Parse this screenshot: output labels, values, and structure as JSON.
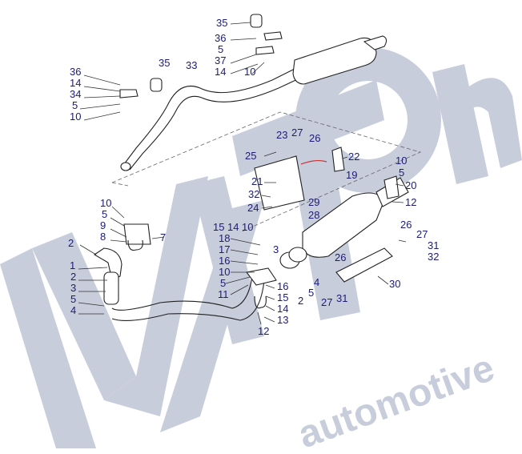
{
  "diagram": {
    "title": "Exhaust system exploded view",
    "watermark": {
      "brand": "MyTon",
      "subtitle": "automotive",
      "color": "#c8cddc"
    },
    "label_color": "#1c1c78",
    "callouts": [
      "35",
      "36",
      "5",
      "37",
      "14",
      "10",
      "35",
      "33",
      "36",
      "14",
      "34",
      "5",
      "10",
      "23",
      "27",
      "26",
      "25",
      "22",
      "21",
      "19",
      "10",
      "5",
      "20",
      "32",
      "29",
      "12",
      "24",
      "28",
      "10",
      "5",
      "9",
      "8",
      "7",
      "15",
      "14",
      "10",
      "2",
      "18",
      "3",
      "17",
      "1",
      "16",
      "26",
      "10",
      "5",
      "11",
      "2",
      "3",
      "26",
      "27",
      "31",
      "32",
      "4",
      "16",
      "15",
      "5",
      "2",
      "30",
      "27",
      "31",
      "5",
      "14",
      "4",
      "13",
      "12"
    ]
  }
}
